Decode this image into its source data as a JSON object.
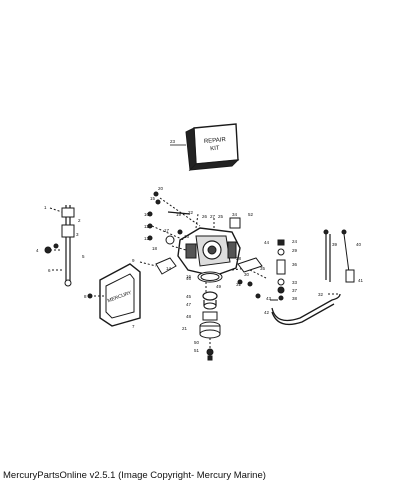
{
  "footer": {
    "caption": "MercuryPartsOnline v2.5.1 (Image Copyright- Mercury Marine)"
  },
  "box_label": {
    "line1": "REPAIR",
    "line2": "KIT"
  },
  "cover_label": "MERCURY",
  "callouts": [
    "1",
    "2",
    "3",
    "4",
    "5",
    "6",
    "7",
    "8",
    "9",
    "10",
    "11",
    "12",
    "13",
    "14",
    "15",
    "16",
    "17",
    "18",
    "19",
    "20",
    "21",
    "22",
    "23",
    "24",
    "25",
    "26",
    "27",
    "28",
    "29",
    "30",
    "31",
    "32",
    "33",
    "34",
    "35",
    "36",
    "37",
    "38",
    "39",
    "40",
    "41",
    "42",
    "43",
    "44",
    "45",
    "46",
    "47",
    "48",
    "49",
    "50",
    "51",
    "52"
  ],
  "colors": {
    "line": "#1a1a1a",
    "background": "#ffffff"
  }
}
